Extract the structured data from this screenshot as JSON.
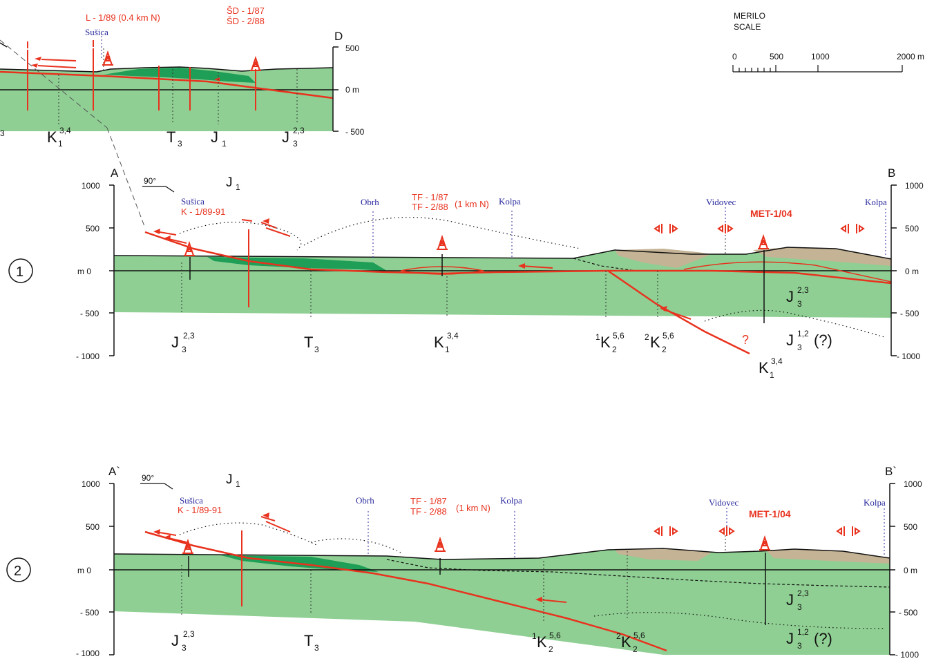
{
  "scale": {
    "title": "MERILO",
    "subtitle": "SCALE",
    "ticks": [
      "0",
      "500",
      "1000",
      "2000 m"
    ]
  },
  "section_top": {
    "end_label": "D",
    "axis": [
      "500",
      "0 m",
      "- 500"
    ],
    "wells": [
      "L - 1/89  (0.4 km N)",
      "ŠD - 1/87",
      "ŠD - 2/88"
    ],
    "places": [
      "Sušica"
    ],
    "strat": [
      {
        "base": "K",
        "sub": "1",
        "sup": "3,4"
      },
      {
        "base": "T",
        "sub": "3",
        "sup": ""
      },
      {
        "base": "J",
        "sub": "1",
        "sup": ""
      },
      {
        "base": "J",
        "sub": "3",
        "sup": "2,3"
      }
    ],
    "partial_label": "3"
  },
  "section_1": {
    "number": "1",
    "start_label": "A",
    "end_label": "B",
    "azimuth": "90°",
    "left_axis": [
      "1000",
      "500",
      "m  0",
      "- 500",
      "- 1000"
    ],
    "right_axis": [
      "1000",
      "500",
      "0 m",
      "- 500",
      "- 1000"
    ],
    "places": [
      "Sušica",
      "Obrh",
      "Kolpa",
      "Vidovec",
      "Kolpa"
    ],
    "wells": [
      "K - 1/89-91",
      "TF - 1/87",
      "TF - 2/88",
      "(1 km N)",
      "MET-1/04"
    ],
    "question": "?",
    "top_strat": {
      "base": "J",
      "sub": "1",
      "sup": ""
    },
    "strat": [
      {
        "base": "J",
        "sub": "3",
        "sup": "2,3"
      },
      {
        "base": "T",
        "sub": "3",
        "sup": ""
      },
      {
        "base": "K",
        "sub": "1",
        "sup": "3,4"
      },
      {
        "base": "K",
        "sub": "2",
        "sup": "5,6",
        "pre": "1"
      },
      {
        "base": "K",
        "sub": "2",
        "sup": "5,6",
        "pre": "2"
      },
      {
        "base": "J",
        "sub": "3",
        "sup": "2,3"
      },
      {
        "base": "J",
        "sub": "3",
        "sup": "1,2",
        "post": "(?)"
      },
      {
        "base": "K",
        "sub": "1",
        "sup": "3,4"
      }
    ]
  },
  "section_2": {
    "number": "2",
    "start_label": "A`",
    "end_label": "B`",
    "azimuth": "90°",
    "left_axis": [
      "1000",
      "500",
      "m  0",
      "- 500",
      "- 1000"
    ],
    "right_axis": [
      "1000",
      "500",
      "0 m",
      "- 500",
      "- 1000"
    ],
    "places": [
      "Sušica",
      "Obrh",
      "Kolpa",
      "Vidovec",
      "Kolpa"
    ],
    "wells": [
      "K - 1/89-91",
      "TF - 1/87",
      "TF - 2/88",
      "(1 km N)",
      "MET-1/04"
    ],
    "top_strat": {
      "base": "J",
      "sub": "1",
      "sup": ""
    },
    "strat": [
      {
        "base": "J",
        "sub": "3",
        "sup": "2,3"
      },
      {
        "base": "T",
        "sub": "3",
        "sup": ""
      },
      {
        "base": "K",
        "sub": "2",
        "sup": "5,6",
        "pre": "1"
      },
      {
        "base": "K",
        "sub": "2",
        "sup": "5,6",
        "pre": "2"
      },
      {
        "base": "J",
        "sub": "3",
        "sup": "2,3"
      },
      {
        "base": "J",
        "sub": "3",
        "sup": "1,2",
        "post": "(?)"
      }
    ]
  },
  "colors": {
    "green_light": "#8fcf93",
    "green_dark": "#1f9e58",
    "tan": "#c4b394",
    "red": "#e8321e",
    "blue": "#2a2a9e"
  }
}
